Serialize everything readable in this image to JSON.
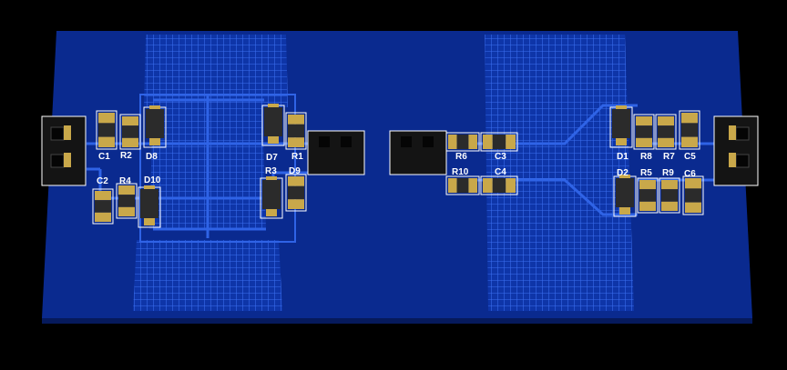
{
  "title": "",
  "colors": {
    "background": "#000000",
    "board": "#0a2a8f",
    "board_edge": "#061a5c",
    "copper_pour": "#1a47c9",
    "trace": "#2f63e6",
    "silkscreen": "#ffffff",
    "pad_gold": "#c9a84a",
    "component_body": "#2b2b2b",
    "connector": "#141414"
  },
  "connectors": [
    {
      "id": "J-left",
      "icon": "pin-header-icon"
    },
    {
      "id": "J-mid-left",
      "icon": "pin-header-icon"
    },
    {
      "id": "J-mid-right",
      "icon": "pin-header-icon"
    },
    {
      "id": "J-right",
      "icon": "pin-header-icon"
    }
  ],
  "components": {
    "c1": "C1",
    "r2": "R2",
    "d8": "D8",
    "c2": "C2",
    "r4": "R4",
    "d10": "D10",
    "d7": "D7",
    "r1": "R1",
    "r3": "R3",
    "d9": "D9",
    "r6": "R6",
    "c3": "C3",
    "r10": "R10",
    "c4": "C4",
    "d1": "D1",
    "r8": "R8",
    "r7": "R7",
    "c5": "C5",
    "d2": "D2",
    "r5": "R5",
    "r9": "R9",
    "c6": "C6"
  }
}
